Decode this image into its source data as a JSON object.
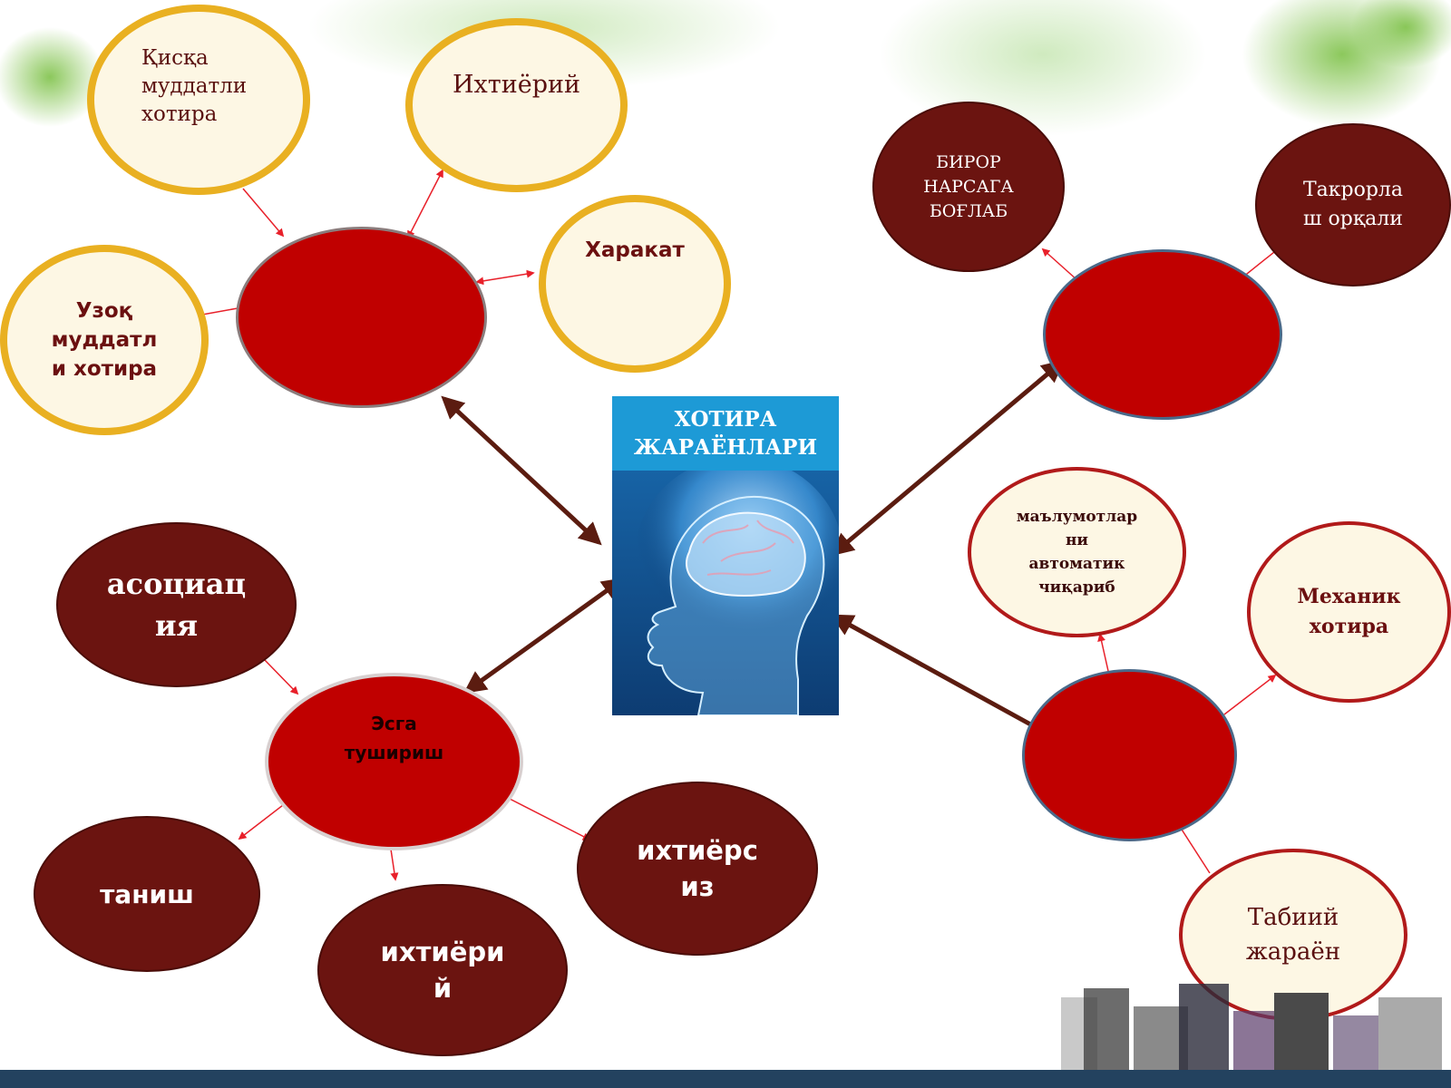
{
  "center": {
    "title": "ХОТИРА\nЖАРАЁНЛАРИ"
  },
  "nodes": {
    "qisqa": "Қисқа\nмуддатли\nхотира",
    "ixtiyoriy": "Ихтиёрий",
    "harakat": "Харакат",
    "uzoq": "Узоқ\nмуддатл\nи хотира",
    "biror": "БИРОР\nНАРСАГА\nБОҒЛАБ",
    "takror": "Такрорла\nш орқали",
    "malumot": "маълумотлар\nни\nавтоматик\nчиқариб",
    "mexanik": "Механик\nхотира",
    "tabiiy": "Табиий\nжараён",
    "asotsiatsiya": "асоциац\nия",
    "esga": "Эсга\nтушириш",
    "tanish": "таниш",
    "ixtiyoriy2": "ихтиёри\nй",
    "ixtiyorsiz": "ихтиёрс\nиз"
  },
  "colors": {
    "hub_red": "#c00000",
    "dark_brown": "#6b1410",
    "cream": "#fdf7e4",
    "gold_border": "#e9b021",
    "arrow_brown": "#5b1c10",
    "arrow_red": "#e8202a",
    "title_blue": "#1d9ad6"
  }
}
